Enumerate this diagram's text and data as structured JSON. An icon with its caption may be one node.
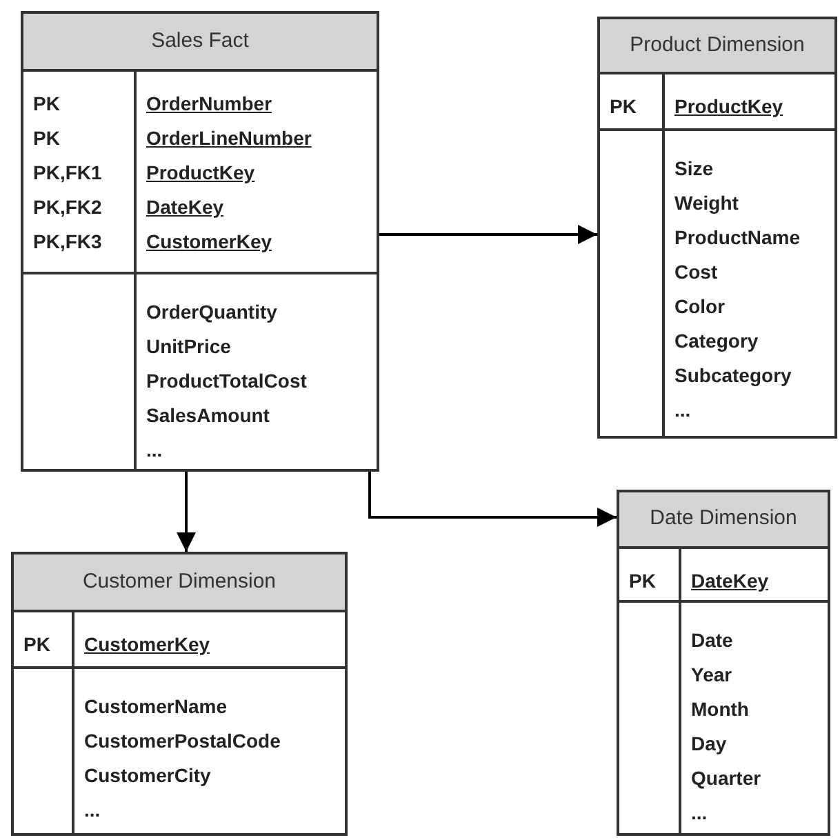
{
  "diagram": {
    "nodes": [
      {
        "text": [
          "Sales Fact"
        ]
      },
      {
        "text": [
          "PK",
          "PK",
          "PK,FK1",
          "PK,FK2",
          "PK,FK3"
        ],
        "in": 0
      },
      {
        "text": [
          "OrderNumber",
          "OrderLineNumber",
          "ProductKey",
          "DateKey",
          "CustomerKey"
        ],
        "in": 0
      },
      {
        "text": [
          "OrderQuantity",
          "UnitPrice",
          "ProductTotalCost",
          "SalesAmount",
          "..."
        ],
        "in": 0
      },
      {
        "text": [
          "Product Dimension"
        ]
      },
      {
        "text": [
          "PK"
        ],
        "in": 4
      },
      {
        "text": [
          "ProductKey"
        ],
        "in": 4
      },
      {
        "text": [
          "Size",
          "Weight",
          "ProductName",
          "Cost",
          "Color",
          "Category",
          "Subcategory",
          "..."
        ],
        "in": 4
      },
      {
        "text": [
          "Customer Dimension"
        ]
      },
      {
        "text": [
          "PK"
        ],
        "in": 8
      },
      {
        "text": [
          "CustomerKey"
        ],
        "in": 8
      },
      {
        "text": [
          "CustomerName",
          "CustomerPostalCode",
          "CustomerCity",
          "..."
        ],
        "in": 8
      },
      {
        "text": [
          "Date Dimension"
        ]
      },
      {
        "text": [
          "PK"
        ],
        "in": 12
      },
      {
        "text": [
          "DateKey"
        ],
        "in": 12
      },
      {
        "text": [
          "Date",
          "Year",
          "Month",
          "Day",
          "Quarter",
          "..."
        ],
        "in": 12
      }
    ],
    "edges": [
      {
        "from": 0,
        "to": 4,
        "arrow": "to"
      },
      {
        "from": 0,
        "to": 8,
        "arrow": "to"
      },
      {
        "from": 0,
        "to": 12,
        "arrow": "to"
      }
    ]
  }
}
